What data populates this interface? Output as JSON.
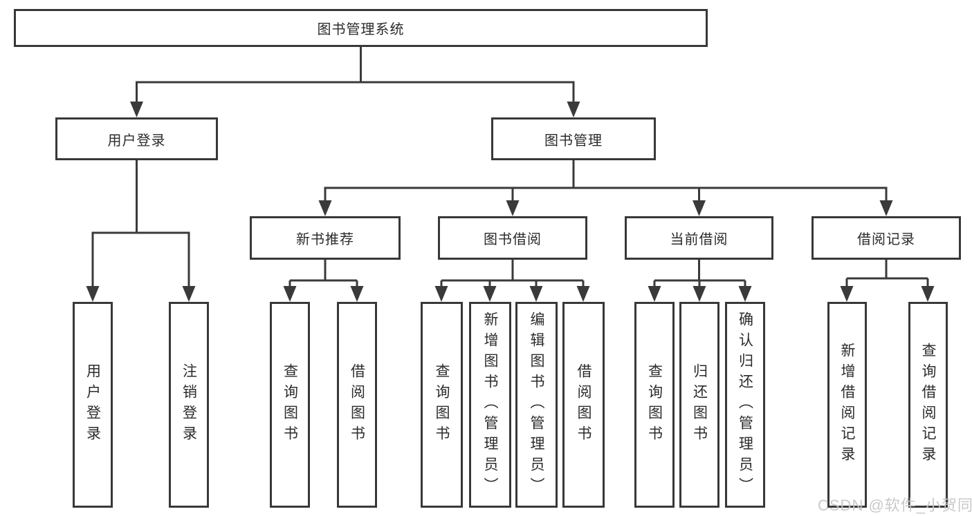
{
  "diagram": {
    "root_label": "图书管理系统",
    "level2": {
      "user_login": "用户登录",
      "book_management": "图书管理"
    },
    "level3": {
      "new_book_recommend": "新书推荐",
      "book_borrow": "图书借阅",
      "current_borrow": "当前借阅",
      "borrow_records": "借阅记录"
    },
    "leaves": {
      "user_login": [
        "用户登录",
        "注销登录"
      ],
      "new_book_recommend": [
        "查询图书",
        "借阅图书"
      ],
      "book_borrow": [
        "查询图书",
        "新增图书（管理员）",
        "编辑图书（管理员）",
        "借阅图书"
      ],
      "current_borrow": [
        "查询图书",
        "归还图书",
        "确认归还（管理员）"
      ],
      "borrow_records": [
        "新增借阅记录",
        "查询借阅记录"
      ]
    },
    "watermark": "CSDN @软件_小贺同学",
    "colors": {
      "line": "#3a3a3a",
      "border": "#383838",
      "text": "#2b2b2b",
      "watermark": "#c6c6c8",
      "background": "#ffffff"
    }
  }
}
